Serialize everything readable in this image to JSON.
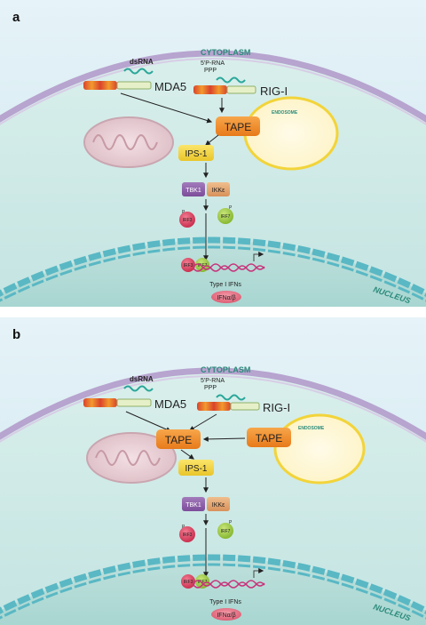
{
  "panels": [
    {
      "letter": "a",
      "cytoplasm": "CYTOPLASM",
      "nucleus": "NUCLEUS",
      "endosome": "ENDOSOME",
      "dsrna": "dsRNA",
      "rna5_line1": "5'P-RNA",
      "rna5_line2": "PPP",
      "mda5": "MDA5",
      "rigi": "RIG-I",
      "tape": "TAPE",
      "ips1": "IPS-1",
      "tbk1": "TBK1",
      "ikke": "IKKε",
      "irf3": "IRF3",
      "irf7": "IRF7",
      "p": "P",
      "type_i_ifns": "Type I IFNs",
      "ifnab": "IFNα/β"
    },
    {
      "letter": "b",
      "cytoplasm": "CYTOPLASM",
      "nucleus": "NUCLEUS",
      "endosome": "ENDOSOME",
      "dsrna": "dsRNA",
      "rna5_line1": "5'P-RNA",
      "rna5_line2": "PPP",
      "mda5": "MDA5",
      "rigi": "RIG-I",
      "tape": "TAPE",
      "tape_endo": "TAPE",
      "ips1": "IPS-1",
      "tbk1": "TBK1",
      "ikke": "IKKε",
      "irf3": "IRF3",
      "irf7": "IRF7",
      "p": "P",
      "type_i_ifns": "Type I IFNs",
      "ifnab": "IFNα/β"
    }
  ],
  "colors": {
    "cytoplasm_fill": "#cfe9e6",
    "membrane": "#b7a4cf",
    "nuclear_envelope": "#59b8c4",
    "tape": "#f28c28",
    "ips1": "#f2d43a",
    "tbk1": "#8b5aa8",
    "ikke": "#e0a06a",
    "irf3": "#d93a5a",
    "irf7": "#9ac93d",
    "rna": "#2aa79a",
    "mrna": "#c8327a"
  }
}
